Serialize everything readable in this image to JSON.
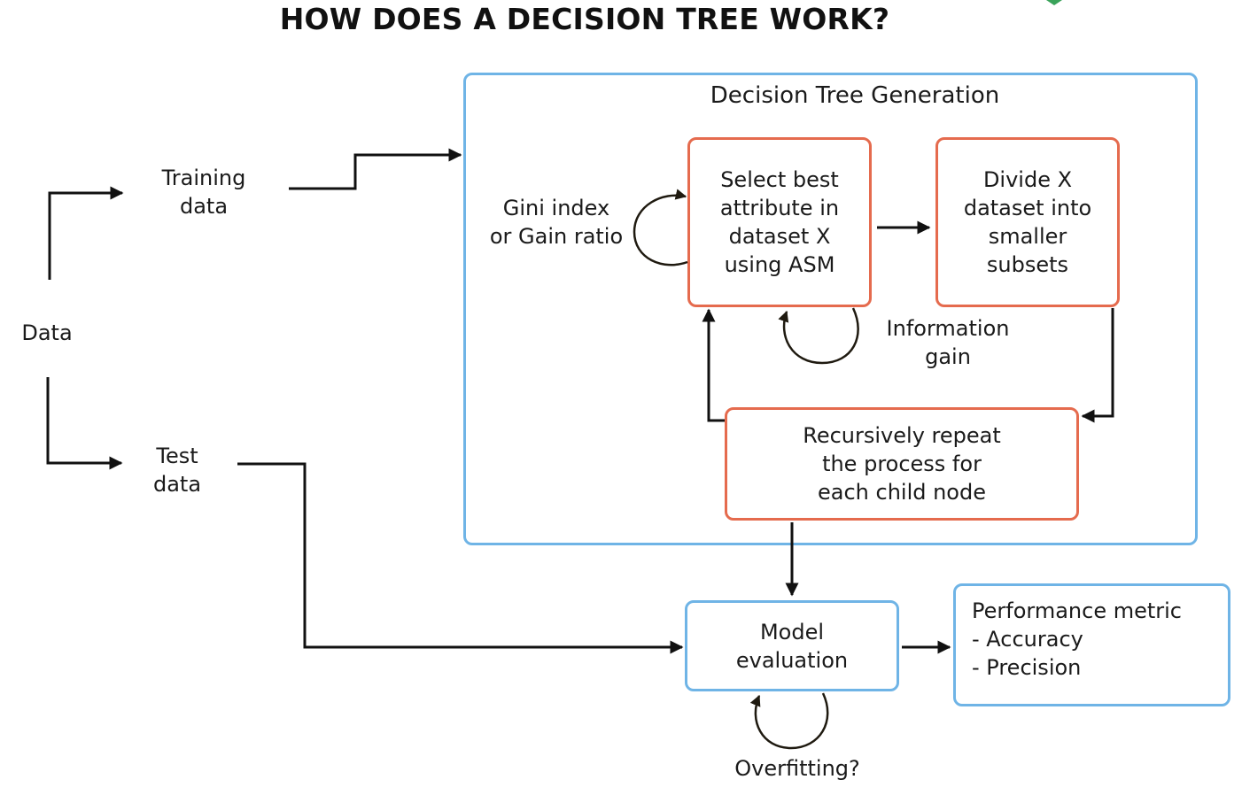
{
  "title": "HOW DOES A DECISION TREE WORK?",
  "data_label": "Data",
  "training_label": "Training\ndata",
  "test_label": "Test\ndata",
  "generation_title": "Decision Tree Generation",
  "gini_label": "Gini index\nor Gain ratio",
  "select_box": "Select best\nattribute in\ndataset X\nusing ASM",
  "divide_box": "Divide X\ndataset into\nsmaller\nsubsets",
  "info_gain_label": "Information\ngain",
  "recursive_box": "Recursively repeat\nthe process for\neach child node",
  "model_eval_box": "Model\nevaluation",
  "performance_box": "Performance metric\n- Accuracy\n- Precision",
  "overfitting_label": "Overfitting?",
  "colors": {
    "container_border": "#6fb4e6",
    "process_border": "#e56b4e",
    "accent_logo": "#3aa35a"
  }
}
